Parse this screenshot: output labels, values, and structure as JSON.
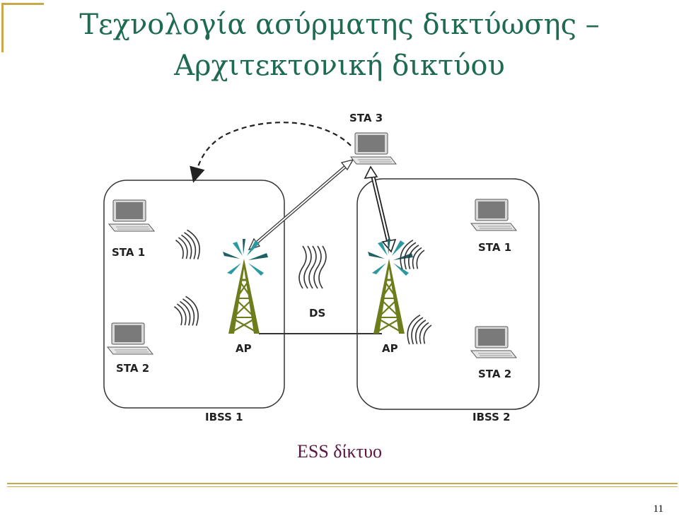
{
  "slide": {
    "title_line1": "Τεχνολογία ασύρματης δικτύωσης –",
    "title_line2": "Αρχιτεκτονική δικτύου",
    "caption": "ESS δίκτυο",
    "page_number": "11"
  },
  "diagram": {
    "labels": {
      "sta3": "STA 3",
      "left_sta1": "STA 1",
      "left_sta2": "STA 2",
      "left_ap": "AP",
      "ibss1": "IBSS 1",
      "ds": "DS",
      "right_sta1": "STA 1",
      "right_sta2": "STA 2",
      "right_ap": "AP",
      "ibss2": "IBSS 2"
    },
    "colors": {
      "tower": "#6d7d1c",
      "antenna_teal": "#2a9aa0",
      "laptop_screen": "#7a7a7a",
      "line": "#333333",
      "accent": "#c9a84c",
      "title": "#1f6b4f",
      "caption": "#5a1540"
    }
  }
}
